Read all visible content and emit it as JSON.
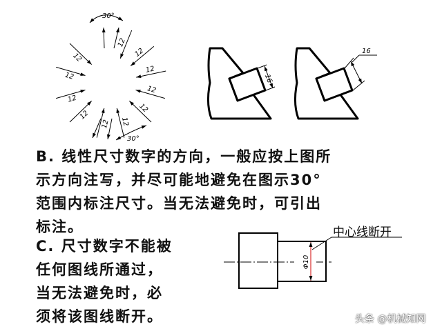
{
  "figure_radial": {
    "top_angle": "30°",
    "bottom_angle": "30°",
    "dimension_value": "12"
  },
  "figure_blocks": {
    "left_value": "16",
    "right_value": "16"
  },
  "section_b": {
    "lines": [
      "B. 线性尺寸数字的方向，一般应按上图所",
      "示方向注写，并尽可能地避免在图示30°",
      "范围内标注尺寸。当无法避免时，可引出",
      "标注。"
    ]
  },
  "section_c": {
    "lines": [
      "C. 尺寸数字不能被",
      "任何图线所通过，",
      "当无法避免时，必",
      "须将该图线断开。"
    ]
  },
  "figure_shaft": {
    "callout": "中心线断开",
    "dimension": "Φ10"
  },
  "watermark": "头条 @机械知网"
}
